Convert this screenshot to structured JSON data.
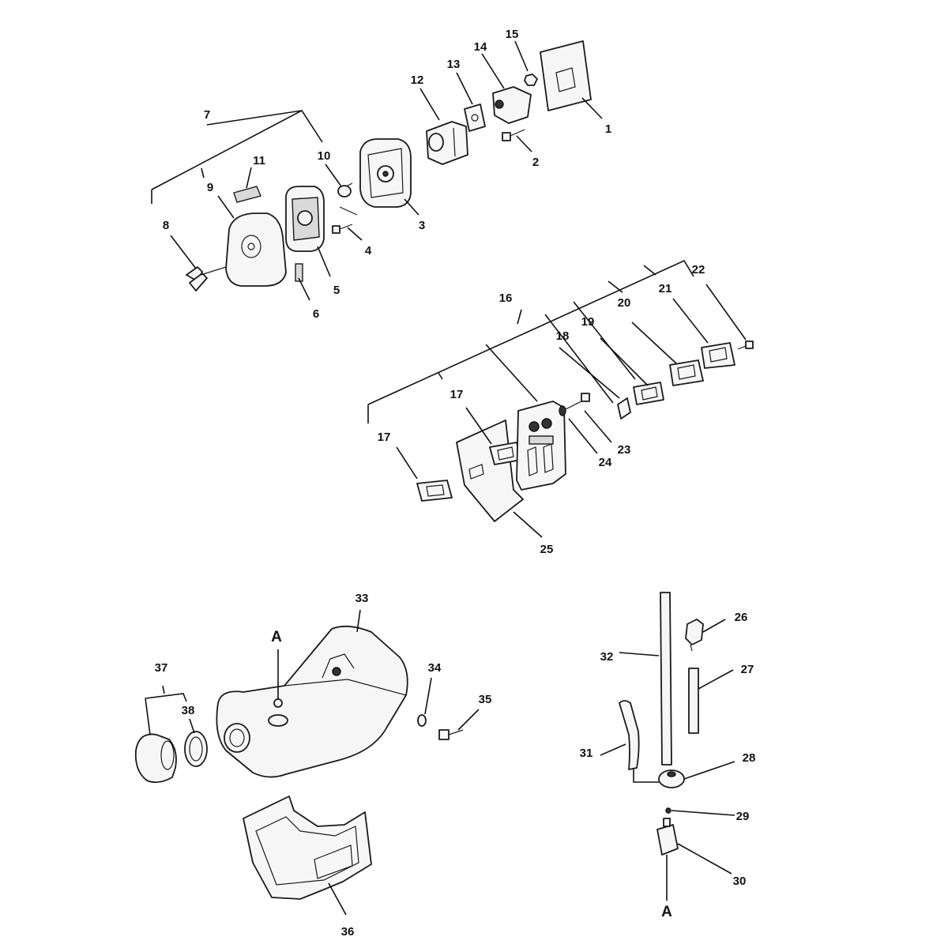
{
  "part_numbers": [
    "1",
    "2",
    "3",
    "4",
    "5",
    "6",
    "7",
    "8",
    "9",
    "10",
    "11",
    "12",
    "13",
    "14",
    "15",
    "16",
    "17",
    "17",
    "18",
    "19",
    "20",
    "21",
    "22",
    "23",
    "24",
    "25",
    "26",
    "27",
    "28",
    "29",
    "30",
    "31",
    "32",
    "33",
    "34",
    "35",
    "36",
    "37",
    "38"
  ],
  "connector_label": "A"
}
